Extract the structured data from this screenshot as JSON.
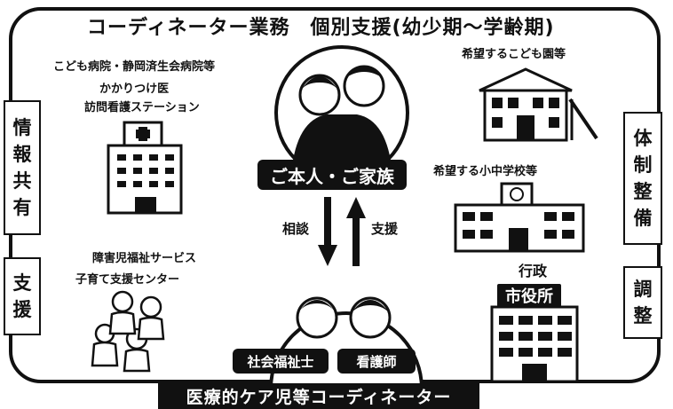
{
  "title": "コーディネーター業務　個別支援(幼少期～学齢期)",
  "left_boxes": {
    "info": [
      "情",
      "報",
      "共",
      "有"
    ],
    "support": [
      "支",
      "援"
    ]
  },
  "right_boxes": {
    "system": [
      "体",
      "制",
      "整",
      "備"
    ],
    "adjust": [
      "調",
      "整"
    ]
  },
  "hospital": {
    "line1": "こども病院・静岡済生会病院等",
    "line2": "かかりつけ医",
    "line3": "訪問看護ステーション"
  },
  "welfare": {
    "line1": "障害児福祉サービス",
    "line2": "子育て支援センター"
  },
  "kindergarten_label": "希望するこども園等",
  "school_label": "希望する小中学校等",
  "government": {
    "label": "行政",
    "sign": "市役所"
  },
  "family_label": "ご本人・ご家族",
  "consult_label": "相談",
  "support_label": "支援",
  "social_worker_label": "社会福祉士",
  "nurse_label": "看護師",
  "coordinator_banner": "医療的ケア児等コーディネーター"
}
